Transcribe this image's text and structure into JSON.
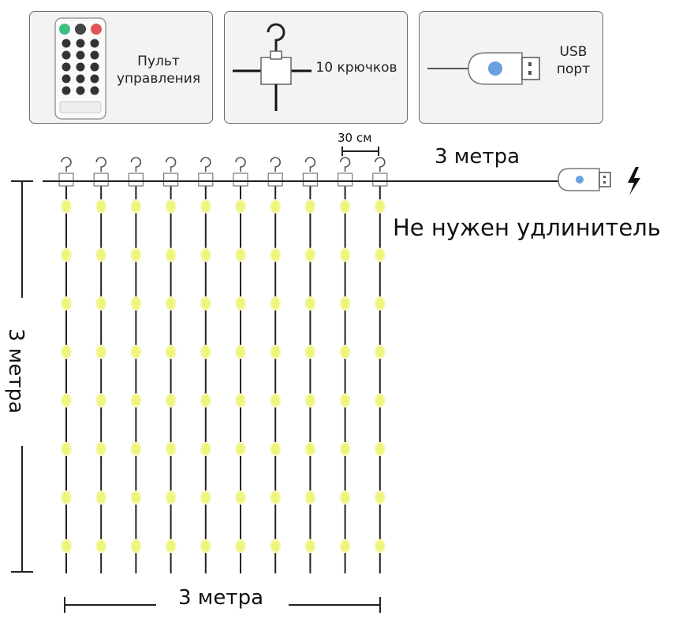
{
  "cards": {
    "remote": {
      "line1": "Пульт",
      "line2": "управления"
    },
    "hooks": {
      "label": "10 крючков"
    },
    "usb": {
      "line1": "USB",
      "line2": "порт"
    }
  },
  "dimensions": {
    "spacing_label": "30 см",
    "top_length_label": "3 метра",
    "height_label": "3 метра",
    "bottom_width_label": "3 метра",
    "no_extension_label": "Не нужен удлинитель"
  },
  "curtain": {
    "strand_count": 10,
    "leds_per_strand": 8
  },
  "colors": {
    "led": "#eef57a",
    "led_glow": "#f5f8b8",
    "usb_dot": "#6aa0e0",
    "wire": "#222222",
    "card_border": "#6a6a6a"
  },
  "icons": [
    "remote-control-icon",
    "hook-icon",
    "usb-plug-icon",
    "lightning-icon"
  ]
}
